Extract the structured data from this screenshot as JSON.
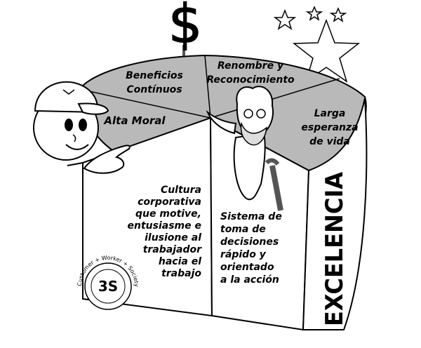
{
  "currency_symbol": "$",
  "top_segments": {
    "beneficios": [
      "Beneficios",
      "Contínuos"
    ],
    "renombre": [
      "Renombre y",
      "Reconocimiento"
    ],
    "alta_moral": "Alta Moral",
    "larga": [
      "Larga",
      "esperanza",
      "de vida"
    ]
  },
  "left_face": [
    "Cultura",
    "corporativa",
    "que motive,",
    "entusiasme e",
    "ilusione al",
    "trabajador",
    "hacia el",
    "trabajo"
  ],
  "middle_face": [
    "Sistema de",
    "toma de",
    "decisiones",
    "rápido y",
    "orientado",
    "a la acción"
  ],
  "right_face": "EXCELENCIA",
  "logo": {
    "center": "3S",
    "ring": "Customer + Worker + Society"
  },
  "colors": {
    "top": "#b9b9b9",
    "stroke": "#000000",
    "face": "#ffffff"
  }
}
